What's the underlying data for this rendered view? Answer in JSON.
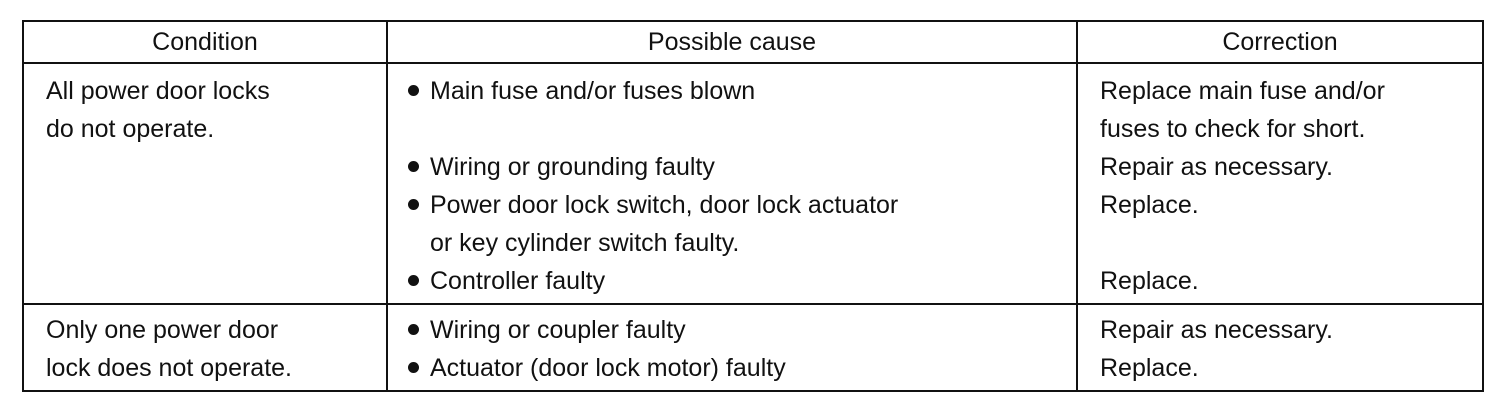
{
  "headers": {
    "condition": "Condition",
    "cause": "Possible cause",
    "correction": "Correction"
  },
  "rows": [
    {
      "condition": [
        "All power door locks",
        "do not operate."
      ],
      "causes": [
        [
          "Main fuse and/or fuses blown",
          ""
        ],
        [
          "Wiring or grounding faulty"
        ],
        [
          "Power door lock switch, door lock actuator",
          "or key cylinder switch faulty."
        ],
        [
          "Controller faulty"
        ]
      ],
      "corrections": [
        [
          "Replace main fuse and/or",
          "fuses to check for short."
        ],
        [
          "Repair as necessary."
        ],
        [
          "Replace.",
          ""
        ],
        [
          "Replace."
        ]
      ]
    },
    {
      "condition": [
        "Only one power door",
        "lock does not operate."
      ],
      "causes": [
        [
          "Wiring or coupler faulty"
        ],
        [
          "Actuator (door lock motor) faulty"
        ]
      ],
      "corrections": [
        [
          "Repair as necessary."
        ],
        [
          "Replace."
        ]
      ]
    }
  ]
}
